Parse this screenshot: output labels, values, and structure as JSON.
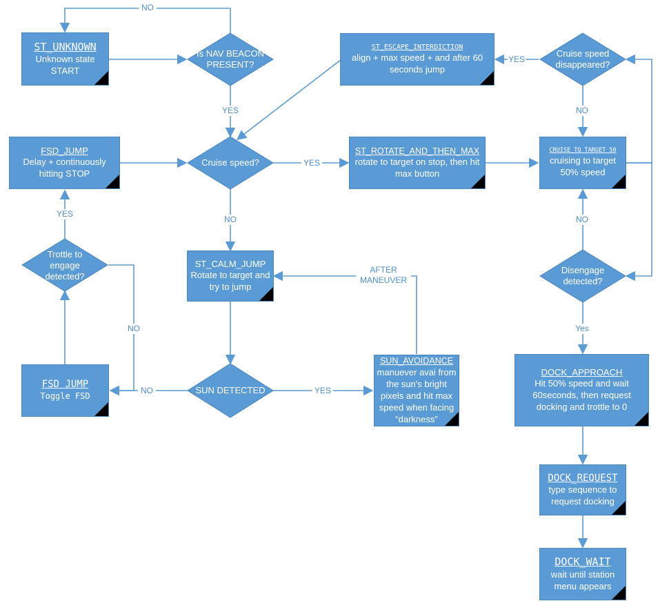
{
  "colors": {
    "shape_fill": "#5b9bd5",
    "connector": "#5b9bd5",
    "label_text": "#4e8fcb",
    "text": "#ffffff",
    "corner_marker": "#000000"
  },
  "nodes": {
    "st_unknown": {
      "title": "ST_UNKNOWN",
      "body": "Unknown state START"
    },
    "nav_beacon": {
      "text": "Is NAV BEACON PRESENT?"
    },
    "st_escape": {
      "title": "ST_ESCAPE_INTERDICTION",
      "body": "align + max speed + and after 60 seconds jump"
    },
    "cruise_gone": {
      "text": "Cruise speed disappeared?"
    },
    "fsd_jump_top": {
      "title": "FSD_JUMP",
      "body": "Delay + continuously hitting STOP"
    },
    "cruise_speed": {
      "text": "Cruise speed?"
    },
    "st_rotate": {
      "title": "ST_ROTATE_AND_THEN_MAX",
      "body": "rotate to target on stop, then hit max button"
    },
    "cruise_target": {
      "title": "CRUISE_TO_TARGET_50",
      "body": "cruising to target 50% speed"
    },
    "trottle": {
      "text": "Trottle to engage detected?"
    },
    "st_calm": {
      "title": "ST_CALM_JUMP",
      "body": "Rotate to target and try to jump"
    },
    "disengage": {
      "text": "Disengage detected?"
    },
    "fsd_jump_bottom": {
      "title": "FSD JUMP",
      "body": "Toggle FSD"
    },
    "sun_detected": {
      "text": "SUN DETECTED"
    },
    "sun_avoid": {
      "title": "SUN_AVOIDANCE",
      "body": "manuever avai from the sun's bright pixels and hit max speed when facing “darkness”"
    },
    "dock_approach": {
      "title": "DOCK_APPROACH",
      "body": "Hit 50% speed and wait 60seconds, then request docking and trottle to 0"
    },
    "dock_request": {
      "title": "DOCK_REQUEST",
      "body": "type sequence to request docking"
    },
    "dock_wait": {
      "title": "DOCK_WAIT",
      "body": "wait until station menu appears"
    }
  },
  "labels": {
    "no_top": "NO",
    "yes_nav": "YES",
    "yes_escape": "YES",
    "no_cruise_gone": "NO",
    "yes_rotate": "YES",
    "no_cruise": "NO",
    "yes_trottle": "YES",
    "no_disengage": "NO",
    "after_maneuver": "AFTER\nMANEUVER",
    "no_trottle": "NO",
    "yes_dock": "Yes",
    "no_sun": "NO",
    "yes_sun": "YES"
  }
}
